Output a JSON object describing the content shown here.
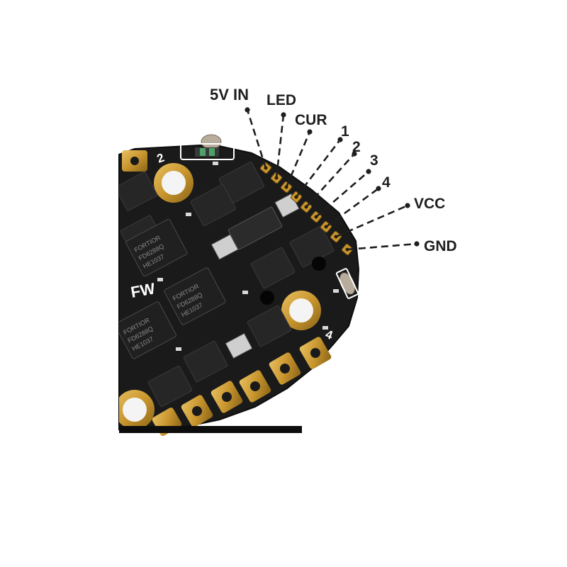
{
  "pins": [
    {
      "id": "5v-in",
      "label": "5V IN"
    },
    {
      "id": "led",
      "label": "LED"
    },
    {
      "id": "cur",
      "label": "CUR"
    },
    {
      "id": "motor-1",
      "label": "1"
    },
    {
      "id": "motor-2",
      "label": "2"
    },
    {
      "id": "motor-3",
      "label": "3"
    },
    {
      "id": "motor-4",
      "label": "4"
    },
    {
      "id": "vcc",
      "label": "VCC"
    },
    {
      "id": "gnd",
      "label": "GND"
    }
  ],
  "board": {
    "motor_numbers": [
      "2",
      "4"
    ],
    "chip_marking_lines": [
      "FORTIOR",
      "FD6288Q",
      "HE1037"
    ],
    "silk_logo": "FW"
  },
  "colors": {
    "board": "#1a1a1a",
    "gold": "#c9962e",
    "leader_line": "#1e1e1e",
    "silkscreen": "#ffffff",
    "chip": "#262626"
  }
}
